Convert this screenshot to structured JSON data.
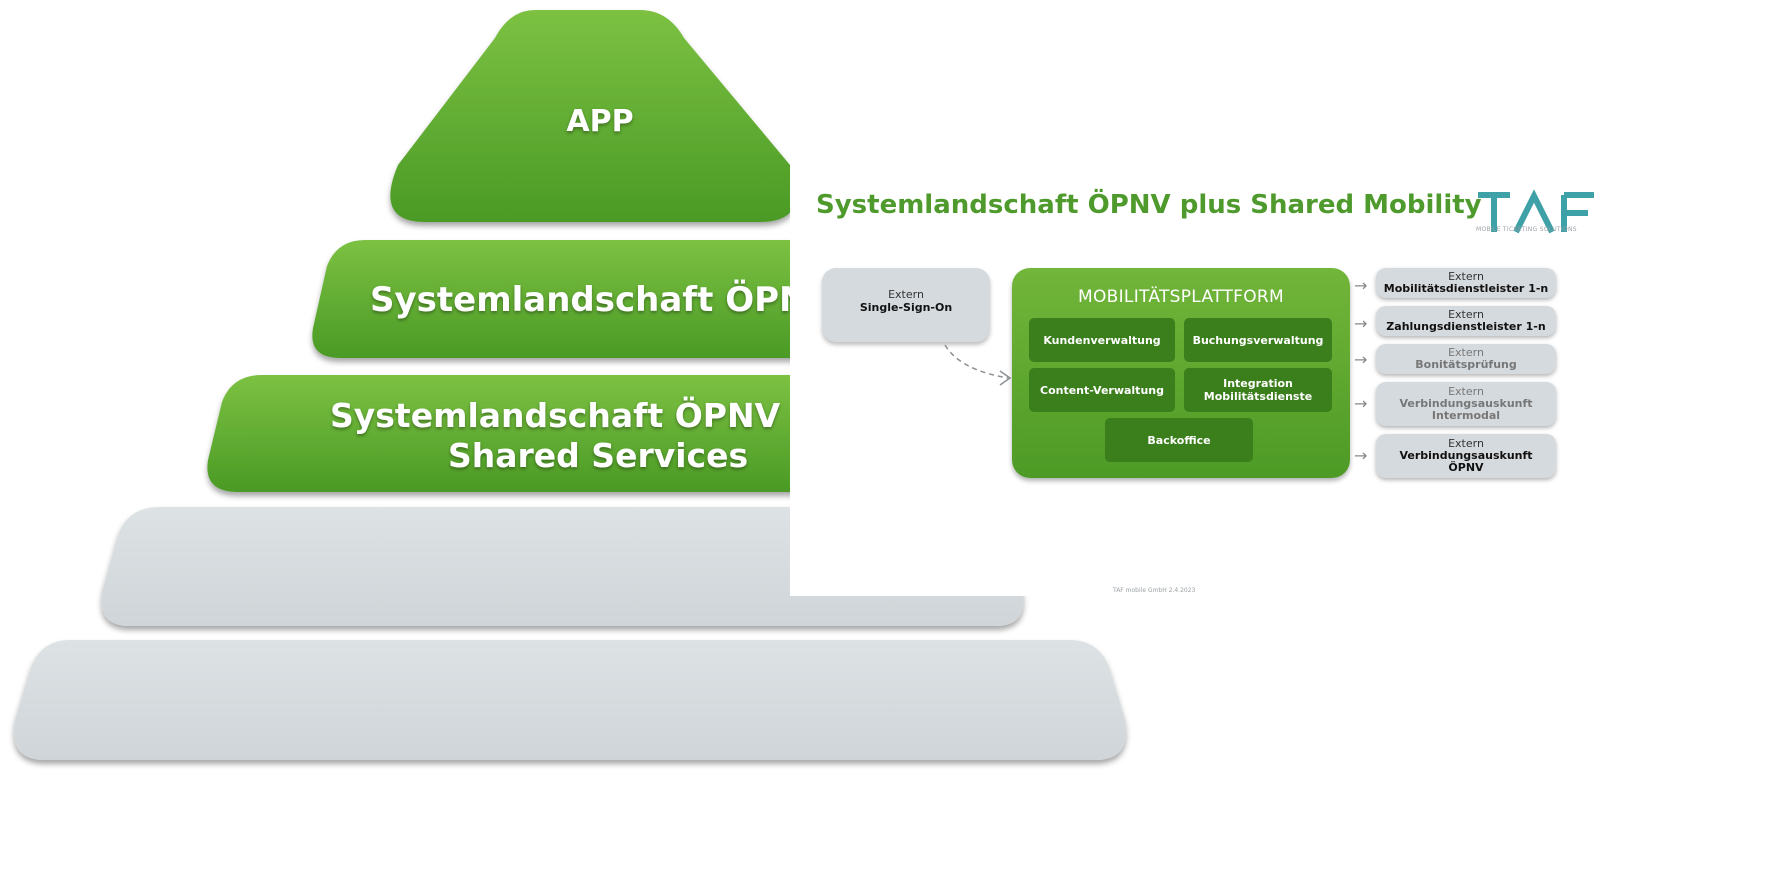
{
  "pyramid": {
    "layers": [
      {
        "label": "APP",
        "color": "green"
      },
      {
        "label": "Systemlandschaft ÖPNV",
        "color": "green"
      },
      {
        "label_line1": "Systemlandschaft ÖPNV plu",
        "label_line2": "Shared Services",
        "color": "green"
      },
      {
        "label": "",
        "color": "grey"
      },
      {
        "label": "",
        "color": "grey"
      }
    ],
    "colors": {
      "green_light": "#7cc142",
      "green_dark": "#4a9a25",
      "grey": "#d4d9dc"
    }
  },
  "slide": {
    "title": "Systemlandschaft ÖPNV plus Shared Mobility",
    "logo": {
      "text": "TAF",
      "subtext": "MOBILE TICKETING SOLUTIONS"
    },
    "sso": {
      "extern": "Extern",
      "name": "Single-Sign-On"
    },
    "platform": {
      "title": "MOBILITÄTSPLATTFORM",
      "modules": [
        {
          "label": "Kundenverwaltung"
        },
        {
          "label": "Buchungsverwaltung"
        },
        {
          "label": "Content-Verwaltung"
        },
        {
          "line1": "Integration",
          "line2": "Mobilitätsdienste"
        },
        {
          "label": "Backoffice"
        }
      ]
    },
    "externals": [
      {
        "extern": "Extern",
        "name": "Mobilitätsdienstleister 1-n"
      },
      {
        "extern": "Extern",
        "name": "Zahlungsdienstleister 1-n"
      },
      {
        "extern": "Extern",
        "name": "Bonitätsprüfung"
      },
      {
        "extern": "Extern",
        "name1": "Verbindungsauskunft",
        "name2": "Intermodal"
      },
      {
        "extern": "Extern",
        "name1": "Verbindungsauskunft",
        "name2": "ÖPNV"
      }
    ],
    "footer": "TAF mobile GmbH 2.4.2023",
    "accent": "#4e9a2c"
  }
}
